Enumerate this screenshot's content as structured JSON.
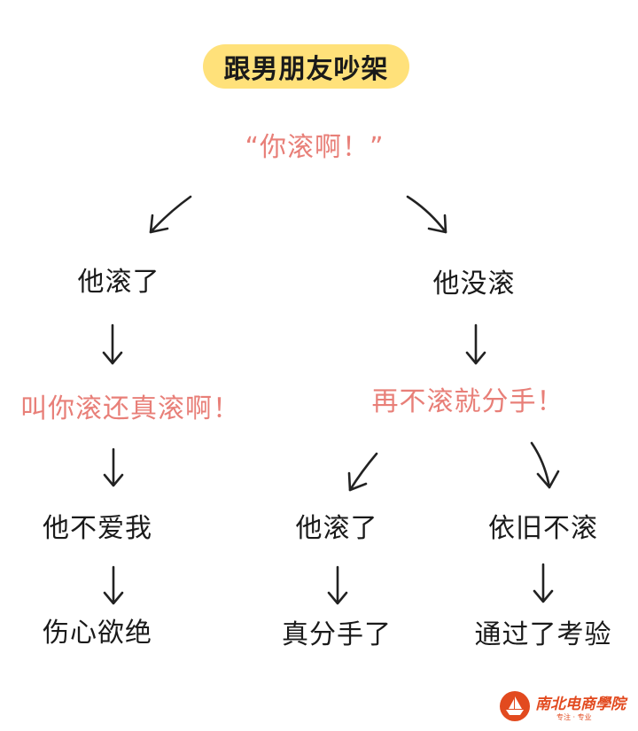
{
  "title": "跟男朋友吵架",
  "colors": {
    "title_bg": "#ffe17a",
    "pink_text": "#e87f78",
    "text": "#1a1a1a",
    "logo": "#e24a1f"
  },
  "nodes": {
    "root": "“你滚啊！”",
    "left_1": "他滚了",
    "right_1": "他没滚",
    "left_2": "叫你滚还真滚啊！",
    "right_2": "再不滚就分手！",
    "left_3": "他不爱我",
    "left_4": "伤心欲绝",
    "mid_3": "他滚了",
    "mid_4": "真分手了",
    "right_3": "依旧不滚",
    "right_4": "通过了考验"
  },
  "logo": {
    "name": "南北电商學院",
    "tagline": "专注 · 专业",
    "icon": "ship-logo-icon"
  }
}
